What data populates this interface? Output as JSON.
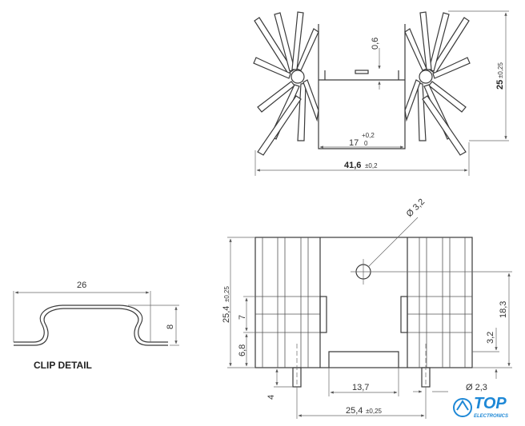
{
  "top_view": {
    "dim_width": "41,6",
    "dim_width_tol": "±0,2",
    "dim_height": "25",
    "dim_height_tol": "±0,25",
    "dim_base": "17",
    "dim_base_tol_upper": "+0,2",
    "dim_base_tol_lower": "0",
    "dim_plate": "0,6"
  },
  "clip_detail": {
    "caption": "CLIP DETAIL",
    "dim_width": "26",
    "dim_height": "8"
  },
  "front_view": {
    "dim_hole": "Ø 3,2",
    "dim_pin": "Ø 2,3",
    "dim_height": "25,4",
    "dim_height_tol": "±0,25",
    "dim_7": "7",
    "dim_6_8": "6,8",
    "dim_4": "4",
    "dim_13_7": "13,7",
    "dim_pitch": "25,4",
    "dim_pitch_tol": "±0,25",
    "dim_18_3": "18,3",
    "dim_3_2": "3,2"
  },
  "logo": {
    "name": "TOP",
    "sub": "ELECTRONICS",
    "color": "#1e88d6"
  }
}
